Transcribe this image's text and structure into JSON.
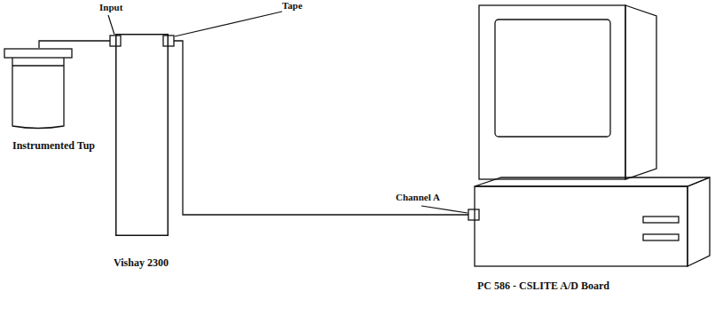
{
  "diagram": {
    "nodes": [
      {
        "text": [
          "Instrumented Tup"
        ]
      },
      {
        "text": [
          "Vishay 2300"
        ]
      },
      {
        "text": [
          "PC 586 - CSLITE A/D Board"
        ]
      }
    ],
    "edges": [
      {
        "from": 0,
        "to": 1,
        "arrow": "none"
      },
      {
        "from": 1,
        "to": 2,
        "arrow": "none"
      }
    ],
    "labels": [
      "Input",
      "Tape",
      "Channel A"
    ]
  }
}
